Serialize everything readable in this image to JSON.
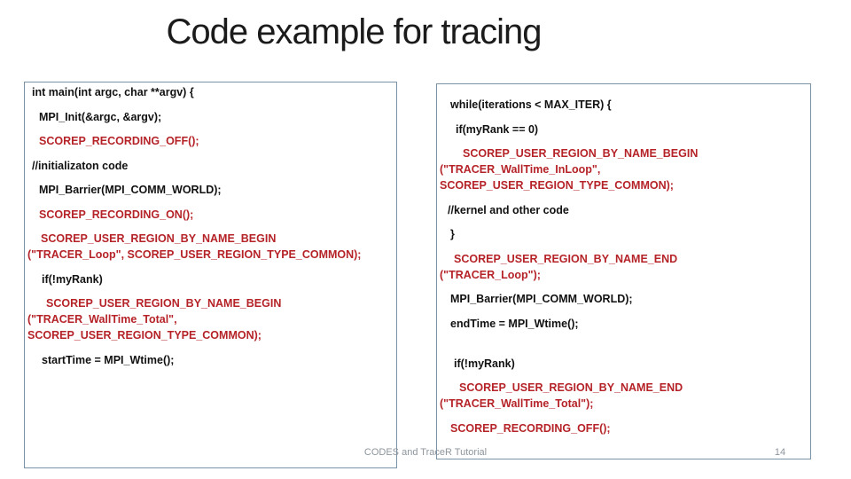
{
  "slide": {
    "title": "Code example for tracing",
    "footer_text": "CODES and TraceR Tutorial",
    "page_number": "14"
  },
  "colors": {
    "code_red": "#b52328",
    "code_black": "#111111",
    "box_border": "#7a92a5",
    "footer_gray": "#8d959c"
  },
  "left_code_box": {
    "lines": [
      {
        "text": "int main(int argc, char **argv) {",
        "color": "black",
        "indent": 5,
        "gap": "first"
      },
      {
        "text": "MPI_Init(&argc, &argv);",
        "color": "black",
        "indent": 13,
        "gap": "para"
      },
      {
        "text": "SCOREP_RECORDING_OFF();",
        "color": "red",
        "indent": 13,
        "gap": "para"
      },
      {
        "text": "//initializaton code",
        "color": "black",
        "indent": 5,
        "gap": "para"
      },
      {
        "text": "MPI_Barrier(MPI_COMM_WORLD);",
        "color": "black",
        "indent": 13,
        "gap": "para"
      },
      {
        "text": "SCOREP_RECORDING_ON();",
        "color": "red",
        "indent": 13,
        "gap": "para"
      },
      {
        "text": "SCOREP_USER_REGION_BY_NAME_BEGIN",
        "color": "red",
        "indent": 15,
        "gap": "para"
      },
      {
        "text": "(\"TRACER_Loop\", SCOREP_USER_REGION_TYPE_COMMON);",
        "color": "red",
        "indent": 0,
        "gap": "wrap"
      },
      {
        "text": "if(!myRank)",
        "color": "black",
        "indent": 16,
        "gap": "para"
      },
      {
        "text": "SCOREP_USER_REGION_BY_NAME_BEGIN",
        "color": "red",
        "indent": 21,
        "gap": "para"
      },
      {
        "text": "(\"TRACER_WallTime_Total\",",
        "color": "red",
        "indent": 0,
        "gap": "wrap"
      },
      {
        "text": "SCOREP_USER_REGION_TYPE_COMMON);",
        "color": "red",
        "indent": 0,
        "gap": "wrap"
      },
      {
        "text": "startTime = MPI_Wtime();",
        "color": "black",
        "indent": 16,
        "gap": "para"
      }
    ]
  },
  "right_code_box": {
    "lines": [
      {
        "text": "while(iterations < MAX_ITER) {",
        "color": "black",
        "indent": 12,
        "gap": "first"
      },
      {
        "text": "if(myRank == 0)",
        "color": "black",
        "indent": 18,
        "gap": "para"
      },
      {
        "text": "SCOREP_USER_REGION_BY_NAME_BEGIN",
        "color": "red",
        "indent": 26,
        "gap": "para"
      },
      {
        "text": "(\"TRACER_WallTime_InLoop\",",
        "color": "red",
        "indent": 0,
        "gap": "wrap"
      },
      {
        "text": "SCOREP_USER_REGION_TYPE_COMMON);",
        "color": "red",
        "indent": 0,
        "gap": "wrap"
      },
      {
        "text": "//kernel and other code",
        "color": "black",
        "indent": 9,
        "gap": "para"
      },
      {
        "text": "}",
        "color": "black",
        "indent": 12,
        "gap": "para"
      },
      {
        "text": "SCOREP_USER_REGION_BY_NAME_END",
        "color": "red",
        "indent": 16,
        "gap": "para"
      },
      {
        "text": "(\"TRACER_Loop\");",
        "color": "red",
        "indent": 0,
        "gap": "wrap"
      },
      {
        "text": "MPI_Barrier(MPI_COMM_WORLD);",
        "color": "black",
        "indent": 12,
        "gap": "para"
      },
      {
        "text": "endTime = MPI_Wtime();",
        "color": "black",
        "indent": 12,
        "gap": "para"
      },
      {
        "text": "if(!myRank)",
        "color": "black",
        "indent": 16,
        "gap": "large"
      },
      {
        "text": "SCOREP_USER_REGION_BY_NAME_END",
        "color": "red",
        "indent": 22,
        "gap": "para"
      },
      {
        "text": "(\"TRACER_WallTime_Total\");",
        "color": "red",
        "indent": 0,
        "gap": "wrap"
      },
      {
        "text": "SCOREP_RECORDING_OFF();",
        "color": "red",
        "indent": 12,
        "gap": "para"
      }
    ]
  }
}
